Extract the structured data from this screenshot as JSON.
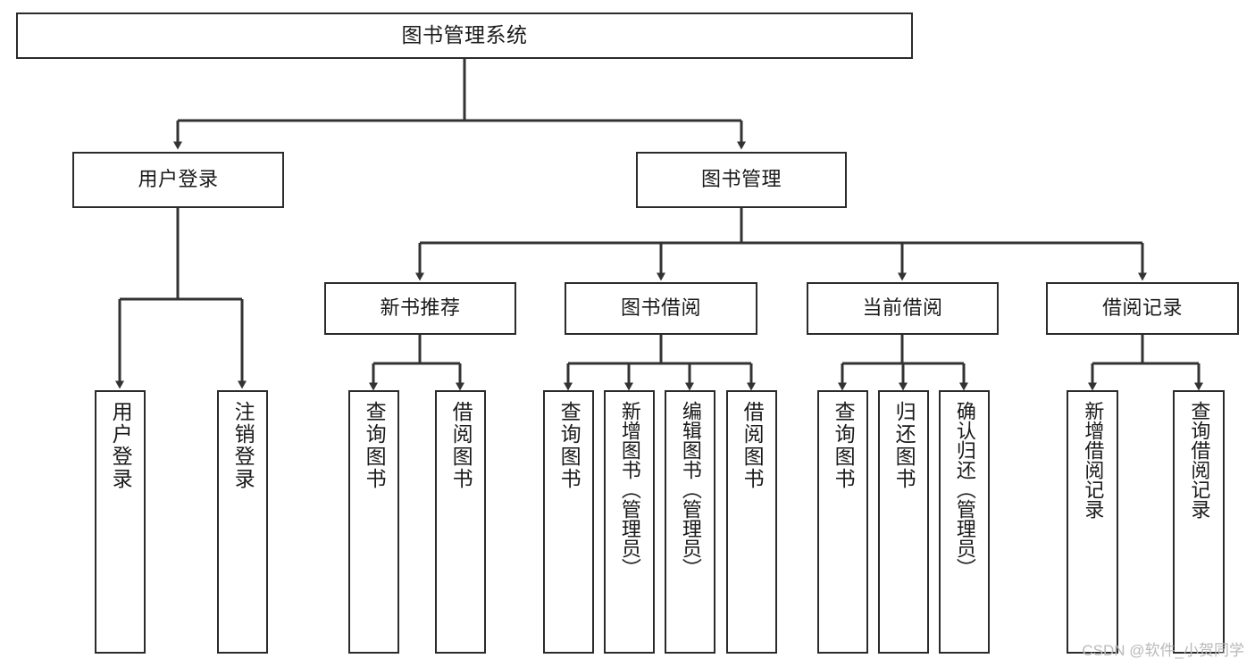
{
  "diagram": {
    "type": "tree",
    "title": "图书管理系统",
    "watermark": "CSDN @软件_小贺同学",
    "colors": {
      "box_stroke": "#2b2b2b",
      "box_fill": "#ffffff",
      "edge": "#333333",
      "text": "#1a1a1a",
      "watermark": "#b9b9b9"
    },
    "nodes": {
      "root": {
        "label": "图书管理系统"
      },
      "level2": [
        {
          "id": "user-login",
          "label": "用户登录"
        },
        {
          "id": "book-management",
          "label": "图书管理"
        }
      ],
      "level3": [
        {
          "id": "new-book-recommend",
          "label": "新书推荐"
        },
        {
          "id": "book-borrow",
          "label": "图书借阅"
        },
        {
          "id": "current-borrow",
          "label": "当前借阅"
        },
        {
          "id": "borrow-record",
          "label": "借阅记录"
        }
      ],
      "leaves": {
        "user_login": [
          {
            "id": "leaf-user-login",
            "label": "用户登录"
          },
          {
            "id": "leaf-logout",
            "label": "注销登录"
          }
        ],
        "new_book_recommend": [
          {
            "id": "leaf-query-book-1",
            "label": "查询图书"
          },
          {
            "id": "leaf-borrow-book-1",
            "label": "借阅图书"
          }
        ],
        "book_borrow": [
          {
            "id": "leaf-query-book-2",
            "label": "查询图书"
          },
          {
            "id": "leaf-add-book",
            "label": "新增图书（管理员）"
          },
          {
            "id": "leaf-edit-book",
            "label": "编辑图书（管理员）"
          },
          {
            "id": "leaf-borrow-book-2",
            "label": "借阅图书"
          }
        ],
        "current_borrow": [
          {
            "id": "leaf-query-book-3",
            "label": "查询图书"
          },
          {
            "id": "leaf-return-book",
            "label": "归还图书"
          },
          {
            "id": "leaf-confirm-return",
            "label": "确认归还（管理员）"
          }
        ],
        "borrow_record": [
          {
            "id": "leaf-add-record",
            "label": "新增借阅记录"
          },
          {
            "id": "leaf-query-record",
            "label": "查询借阅记录"
          }
        ]
      }
    }
  }
}
